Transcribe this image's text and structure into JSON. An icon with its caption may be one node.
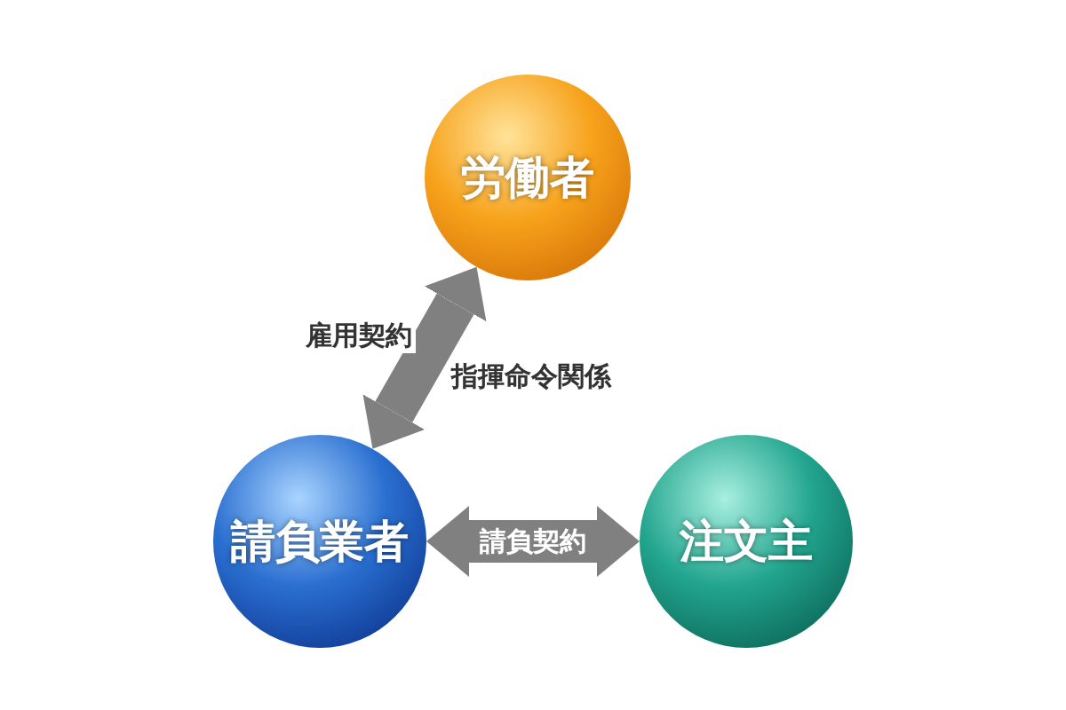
{
  "diagram": {
    "nodes": [
      {
        "text": [
          "労働者"
        ]
      },
      {
        "text": [
          "請負業者"
        ]
      },
      {
        "text": [
          "注文主"
        ]
      }
    ],
    "edges": [
      {
        "from": 1,
        "to": 0,
        "arrow": "both",
        "label": "雇用契約"
      },
      {
        "from": 1,
        "to": 2,
        "arrow": "both",
        "label": "請負契約"
      }
    ],
    "labels": [
      "指揮命令関係"
    ]
  }
}
